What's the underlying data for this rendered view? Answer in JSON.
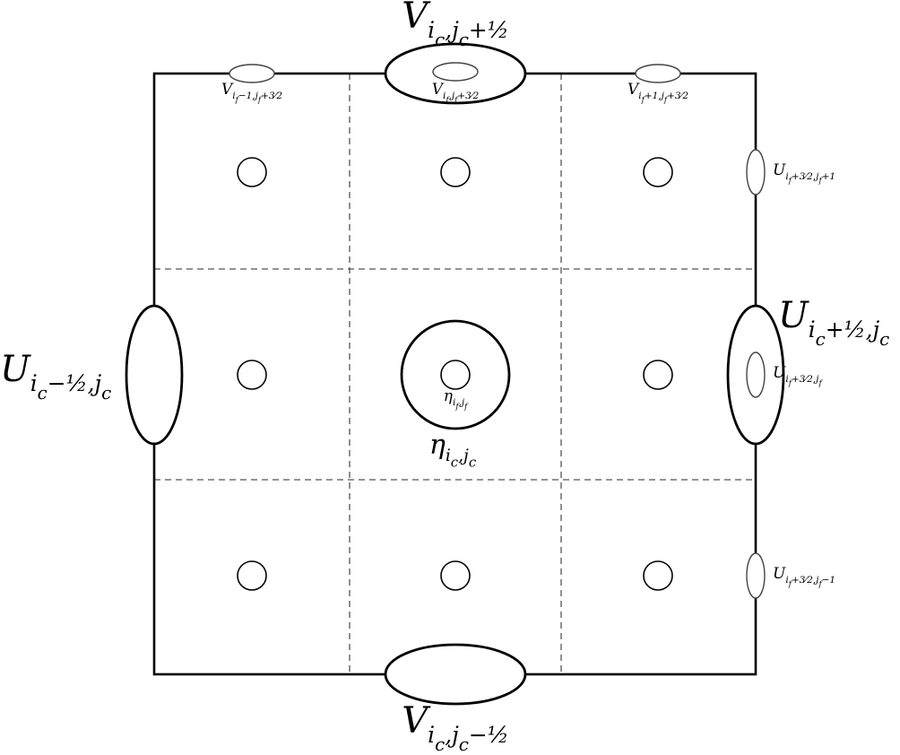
{
  "labels": {
    "v_top_coarse": {
      "base": "V",
      "sub": "i",
      "sub2": "c",
      "tail": ",j",
      "tail_sub": "c",
      "tail_frac": "+½"
    },
    "v_bottom_coarse": {
      "base": "V",
      "sub": "i",
      "sub2": "c",
      "tail": ",j",
      "tail_sub": "c",
      "tail_frac": "−½"
    },
    "u_left_coarse": {
      "base": "U",
      "sub": "i",
      "sub2": "c",
      "tail": "−½,j",
      "tail_sub": "c"
    },
    "u_right_coarse": {
      "base": "U",
      "sub": "i",
      "sub2": "c",
      "tail": "+½,j",
      "tail_sub": "c"
    },
    "eta_coarse": {
      "base": "η",
      "sub": "i",
      "sub2": "c",
      "tail": ",j",
      "tail_sub": "c"
    },
    "eta_fine": {
      "base": "η",
      "sub": "i",
      "sub2": "f",
      "tail": ",j",
      "tail_sub": "f"
    },
    "v_top_fine_left": {
      "base": "V",
      "sub": "i",
      "sub2": "f",
      "tail": "−1,j",
      "tail_sub": "f",
      "tail_frac": "+3⁄2"
    },
    "v_top_fine_mid": {
      "base": "V",
      "sub": "i",
      "sub2": "f",
      "tail": ",j",
      "tail_sub": "f",
      "tail_frac": "+3⁄2"
    },
    "v_top_fine_right": {
      "base": "V",
      "sub": "i",
      "sub2": "f",
      "tail": "+1,j",
      "tail_sub": "f",
      "tail_frac": "+3⁄2"
    },
    "u_right_fine_top": {
      "base": "U",
      "sub": "i",
      "sub2": "f",
      "tail": "+3⁄2,j",
      "tail_sub": "f",
      "tail_frac": "+1"
    },
    "u_right_fine_mid": {
      "base": "U",
      "sub": "i",
      "sub2": "f",
      "tail": "+3⁄2,j",
      "tail_sub": "f",
      "tail_frac": ""
    },
    "u_right_fine_bot": {
      "base": "U",
      "sub": "i",
      "sub2": "f",
      "tail": "+3⁄2,j",
      "tail_sub": "f",
      "tail_frac": "−1"
    }
  },
  "grid": {
    "coarse_cells": 1,
    "fine_per_coarse": 3,
    "fine_centers_drawn": 9
  },
  "colors": {
    "stroke": "#000000",
    "fine_marker_stroke": "#444444",
    "dash": "#555555"
  }
}
